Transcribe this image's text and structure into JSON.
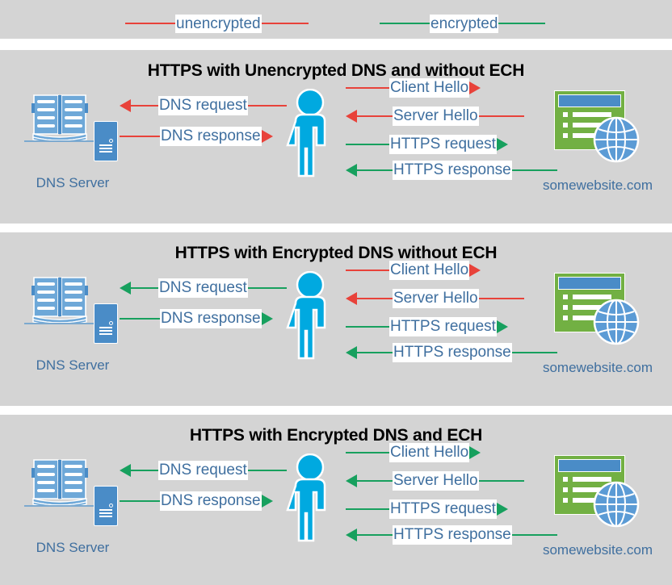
{
  "colors": {
    "unencrypted": "#e8423a",
    "encrypted": "#17a05e",
    "panel_bg": "#d4d4d4",
    "label_text": "#3f6f9f",
    "person": "#00a9e0",
    "website_green": "#72b043",
    "accent_blue": "#4a8cc7"
  },
  "legend": {
    "items": [
      {
        "label": "unencrypted",
        "color_key": "unencrypted",
        "icon": "line-swatch-icon"
      },
      {
        "label": "encrypted",
        "color_key": "encrypted",
        "icon": "line-swatch-icon"
      }
    ]
  },
  "panels": [
    {
      "title": "HTTPS with Unencrypted DNS and without ECH",
      "dns_server_label": "DNS Server",
      "website_label": "somewebsite.com",
      "flows": [
        {
          "label": "DNS request",
          "direction": "left",
          "encrypted": false,
          "group": "dns"
        },
        {
          "label": "DNS response",
          "direction": "right",
          "encrypted": false,
          "group": "dns"
        },
        {
          "label": "Client Hello",
          "direction": "right",
          "encrypted": false,
          "group": "web"
        },
        {
          "label": "Server Hello",
          "direction": "left",
          "encrypted": false,
          "group": "web"
        },
        {
          "label": "HTTPS request",
          "direction": "right",
          "encrypted": true,
          "group": "web"
        },
        {
          "label": "HTTPS response",
          "direction": "left",
          "encrypted": true,
          "group": "web"
        }
      ]
    },
    {
      "title": "HTTPS with Encrypted DNS without ECH",
      "dns_server_label": "DNS Server",
      "website_label": "somewebsite.com",
      "flows": [
        {
          "label": "DNS request",
          "direction": "left",
          "encrypted": true,
          "group": "dns"
        },
        {
          "label": "DNS response",
          "direction": "right",
          "encrypted": true,
          "group": "dns"
        },
        {
          "label": "Client Hello",
          "direction": "right",
          "encrypted": false,
          "group": "web"
        },
        {
          "label": "Server Hello",
          "direction": "left",
          "encrypted": false,
          "group": "web"
        },
        {
          "label": "HTTPS request",
          "direction": "right",
          "encrypted": true,
          "group": "web"
        },
        {
          "label": "HTTPS response",
          "direction": "left",
          "encrypted": true,
          "group": "web"
        }
      ]
    },
    {
      "title": "HTTPS with Encrypted DNS and ECH",
      "dns_server_label": "DNS Server",
      "website_label": "somewebsite.com",
      "flows": [
        {
          "label": "DNS request",
          "direction": "left",
          "encrypted": true,
          "group": "dns"
        },
        {
          "label": "DNS response",
          "direction": "right",
          "encrypted": true,
          "group": "dns"
        },
        {
          "label": "Client Hello",
          "direction": "right",
          "encrypted": true,
          "group": "web"
        },
        {
          "label": "Server Hello",
          "direction": "left",
          "encrypted": true,
          "group": "web"
        },
        {
          "label": "HTTPS request",
          "direction": "right",
          "encrypted": true,
          "group": "web"
        },
        {
          "label": "HTTPS response",
          "direction": "left",
          "encrypted": true,
          "group": "web"
        }
      ]
    }
  ]
}
